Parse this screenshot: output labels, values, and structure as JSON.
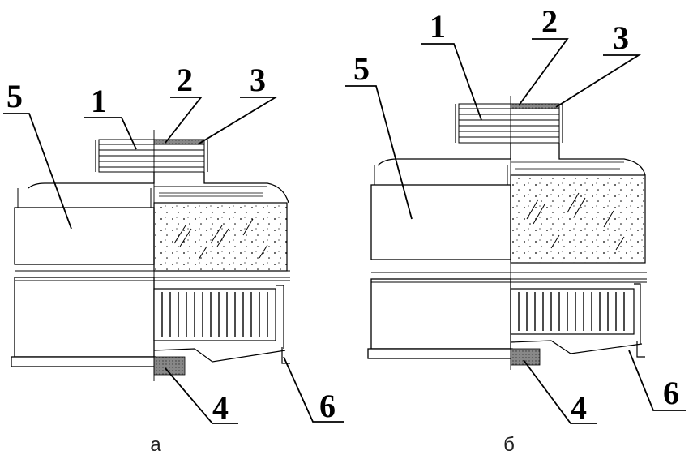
{
  "figures": [
    {
      "caption": "а",
      "callouts": [
        {
          "label": "1"
        },
        {
          "label": "2"
        },
        {
          "label": "3"
        },
        {
          "label": "5"
        },
        {
          "label": "4"
        },
        {
          "label": "6"
        }
      ]
    },
    {
      "caption": "б",
      "callouts": [
        {
          "label": "1"
        },
        {
          "label": "2"
        },
        {
          "label": "3"
        },
        {
          "label": "5"
        },
        {
          "label": "4"
        },
        {
          "label": "6"
        }
      ]
    }
  ]
}
